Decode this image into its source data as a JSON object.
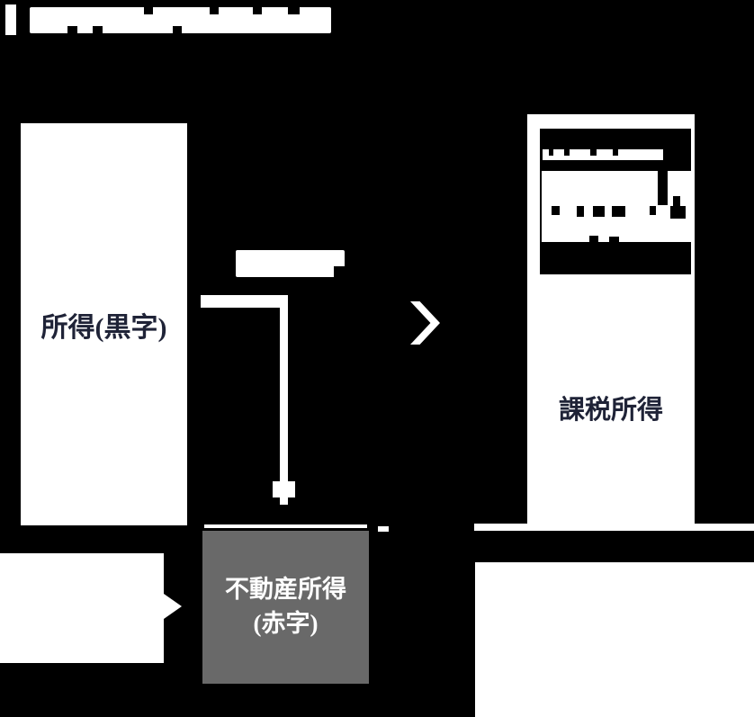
{
  "diagram": {
    "income_box": {
      "label": "所得(黒字)"
    },
    "loss_box": {
      "lines": [
        "不動産所得",
        "(赤字)"
      ]
    },
    "result_box": {
      "label": "課税所得"
    },
    "colors": {
      "background": "#000000",
      "box_fill": "#ffffff",
      "loss_box_fill": "#696969",
      "box_label_text": "#1f2337",
      "loss_box_text": "#ffffff",
      "deduction_box_fill": "#000000",
      "arrow": "#ffffff"
    }
  }
}
